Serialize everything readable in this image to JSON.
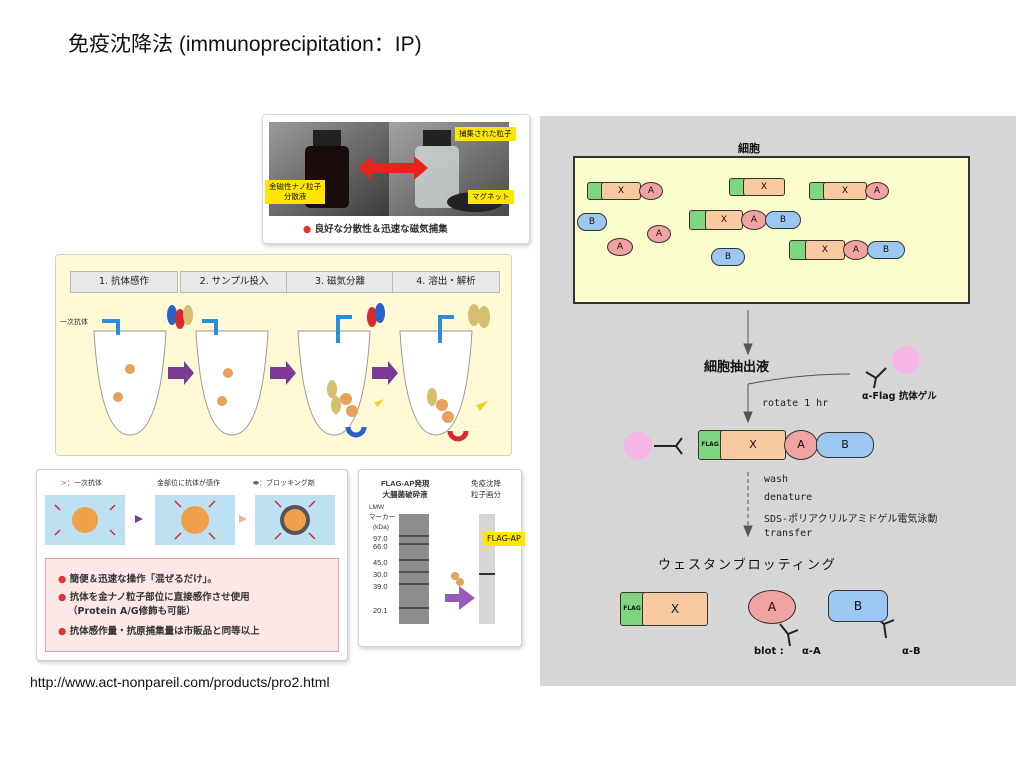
{
  "title": {
    "jp": "免疫沈降法",
    "en": " (immunoprecipitation：IP)"
  },
  "source_url": "http://www.act-nonpareil.com/products/pro2.html",
  "left_figure": {
    "photo_labels": {
      "dispersion": "金磁性ナノ粒子\n分散液",
      "captured": "捕集された粒子",
      "magnet": "マグネット"
    },
    "photo_caption": "良好な分散性＆迅速な磁気捕集",
    "steps": [
      "1. 抗体感作",
      "2. サンプル投入",
      "3. 磁気分離",
      "4. 溶出・解析"
    ],
    "primary_antibody_label": "一次抗体",
    "legend": {
      "antibody": "：一次抗体",
      "gold": "金部位に抗体が感作",
      "blocking": "：ブロッキング剤"
    },
    "bullets": [
      "簡便＆迅速な操作「混ぜるだけ」。",
      "抗体を金ナノ粒子部位に直接感作させ使用",
      "（Protein A/G修飾も可能）",
      "抗体感作量・抗原捕集量は市販品と同等以上"
    ],
    "gel": {
      "lane1_title": "FLAG-AP発現\n大腸菌破砕液",
      "lane2_title": "免疫沈降\n粒子画分",
      "lmw": "LMW\nマーカー",
      "unit": "(kDa)",
      "markers": [
        "97.0",
        "66.0",
        "45.0",
        "30.0",
        "39.0",
        "20.1"
      ],
      "flag_label": "FLAG-AP"
    }
  },
  "right_figure": {
    "cell_label": "細胞",
    "extract_label": "細胞抽出液",
    "gel_label": "α-Flag 抗体ゲル",
    "rotate": "rotate 1 hr",
    "steps": [
      "wash",
      "denature",
      "SDS-ポリアクリルアミドゲル電気泳動",
      "transfer"
    ],
    "western": "ウェスタンブロッティング",
    "flag": "FLAG",
    "x": "X",
    "a": "A",
    "b": "B",
    "blot_label": "blot :",
    "alpha_a": "α-A",
    "alpha_b": "α-B"
  }
}
